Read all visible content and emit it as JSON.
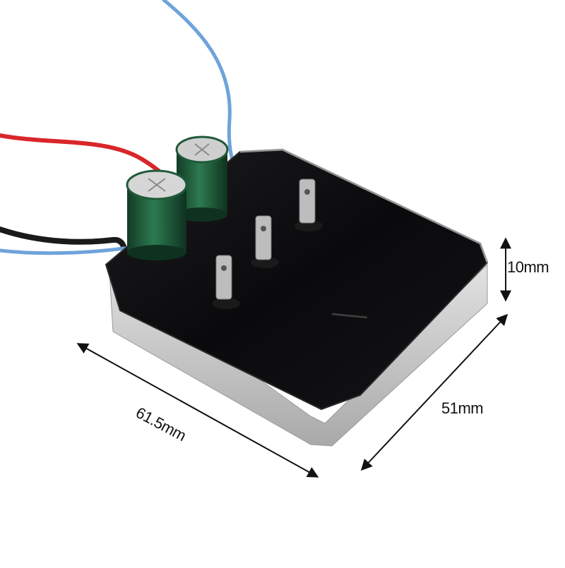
{
  "dimensions": {
    "height": "10mm",
    "length": "61.5mm",
    "width": "51mm"
  },
  "colors": {
    "background": "#ffffff",
    "board_top": "#0d0d0f",
    "metal_side": "#c9c9c9",
    "capacitor": "#1f5a3a",
    "wire_red": "#d9262a",
    "wire_blue": "#6fa3da",
    "wire_black": "#1a1a1a",
    "terminal": "#b8b8b8",
    "arrow": "#111111"
  }
}
